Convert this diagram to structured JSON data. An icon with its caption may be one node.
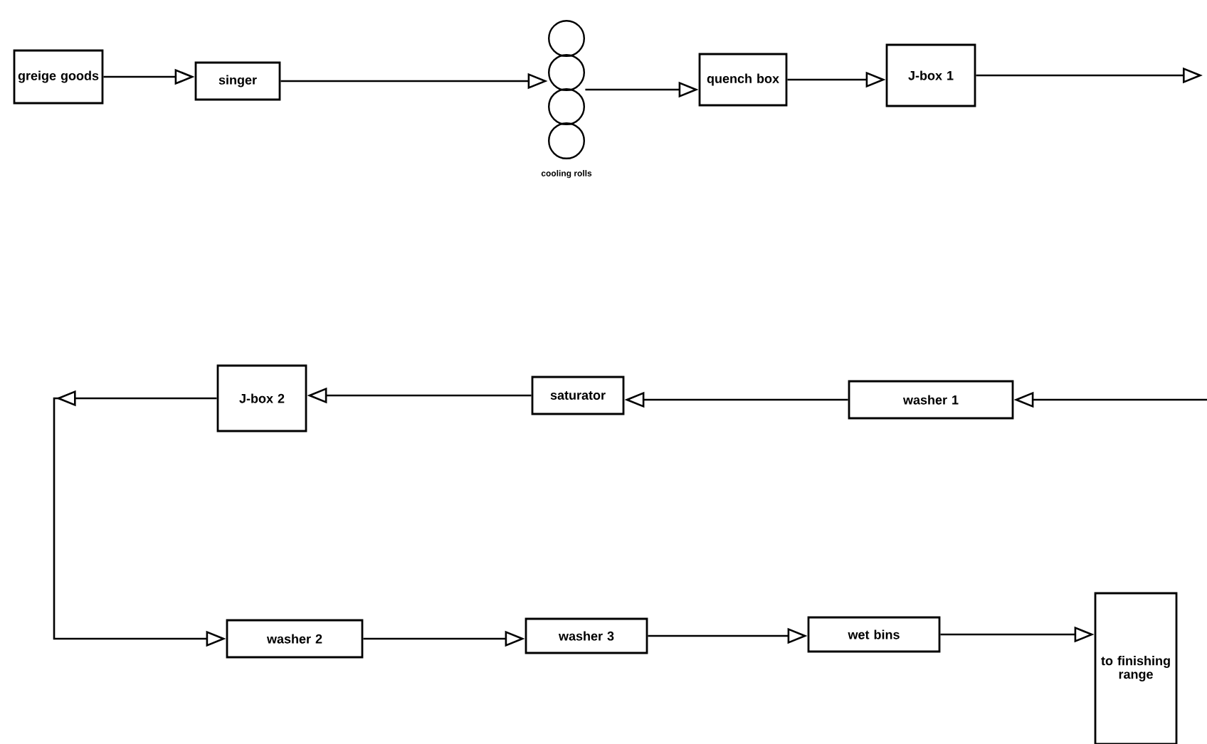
{
  "diagram": {
    "nodes": [
      {
        "text": [
          "greige goods"
        ]
      },
      {
        "text": [
          "singer"
        ]
      },
      {
        "text": [],
        "shape": "circle",
        "beside": [
          "cooling rolls"
        ]
      },
      {
        "text": [
          "quench box"
        ]
      },
      {
        "text": [
          "J-box 1"
        ]
      },
      {
        "text": [
          "washer 1"
        ]
      },
      {
        "text": [
          "saturator"
        ]
      },
      {
        "text": [
          "J-box 2"
        ]
      },
      {
        "text": [
          "washer 2"
        ]
      },
      {
        "text": [
          "washer 3"
        ]
      },
      {
        "text": [
          "wet bins"
        ]
      },
      {
        "text": [
          "to finishing range"
        ]
      }
    ],
    "edges": [
      {
        "from": 0,
        "to": 1,
        "arrow": "to"
      },
      {
        "from": 1,
        "to": 2,
        "arrow": "to"
      },
      {
        "from": 2,
        "to": 3,
        "arrow": "to"
      },
      {
        "from": 3,
        "to": 4,
        "arrow": "to"
      },
      {
        "from": 4,
        "to": null,
        "arrow": "to"
      },
      {
        "from": null,
        "to": 5,
        "arrow": "to"
      },
      {
        "from": 5,
        "to": 6,
        "arrow": "to"
      },
      {
        "from": 6,
        "to": 7,
        "arrow": "to"
      },
      {
        "from": 7,
        "to": 8,
        "arrow": "to"
      },
      {
        "from": 8,
        "to": 9,
        "arrow": "to"
      },
      {
        "from": 9,
        "to": 10,
        "arrow": "to"
      },
      {
        "from": 10,
        "to": 11,
        "arrow": "to"
      }
    ]
  }
}
